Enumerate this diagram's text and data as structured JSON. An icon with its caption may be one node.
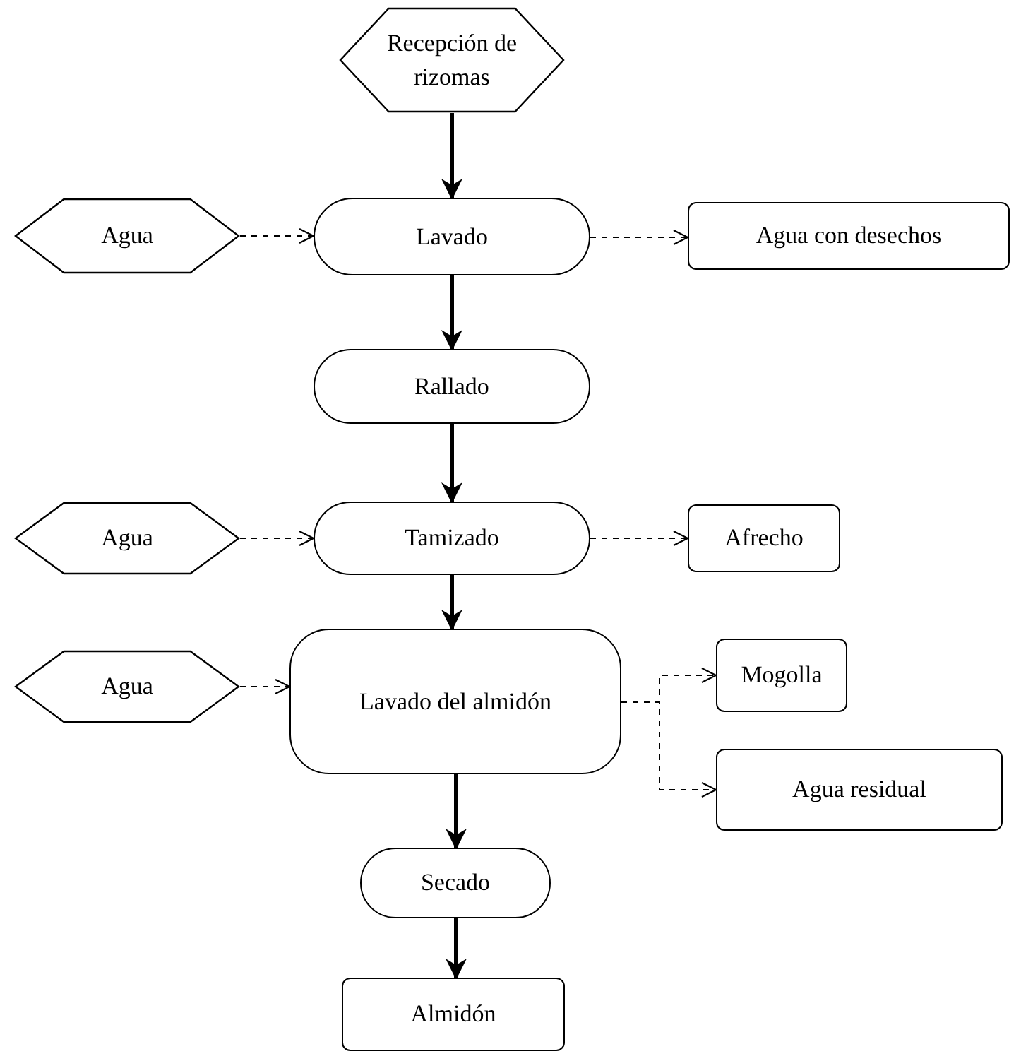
{
  "diagram": {
    "nodes": [
      {
        "text": [
          "Recepción de rizomas"
        ]
      },
      {
        "text": [
          "Agua"
        ]
      },
      {
        "text": [
          "Lavado"
        ]
      },
      {
        "text": [
          "Agua con desechos"
        ]
      },
      {
        "text": [
          "Rallado"
        ]
      },
      {
        "text": [
          "Agua"
        ]
      },
      {
        "text": [
          "Tamizado"
        ]
      },
      {
        "text": [
          "Afrecho"
        ]
      },
      {
        "text": [
          "Agua"
        ]
      },
      {
        "text": [
          "Lavado del almidón"
        ]
      },
      {
        "text": [
          "Mogolla"
        ]
      },
      {
        "text": [
          "Agua residual"
        ]
      },
      {
        "text": [
          "Secado"
        ]
      },
      {
        "text": [
          "Almidón"
        ]
      }
    ],
    "edges": [
      {
        "from": 0,
        "to": 2,
        "arrow": "to",
        "style": "thick"
      },
      {
        "from": 1,
        "to": 2,
        "arrow": "to",
        "style": "dashed"
      },
      {
        "from": 2,
        "to": 3,
        "arrow": "to",
        "style": "dashed"
      },
      {
        "from": 2,
        "to": 4,
        "arrow": "to",
        "style": "thick"
      },
      {
        "from": 4,
        "to": 6,
        "arrow": "to",
        "style": "thick"
      },
      {
        "from": 5,
        "to": 6,
        "arrow": "to",
        "style": "dashed"
      },
      {
        "from": 6,
        "to": 7,
        "arrow": "to",
        "style": "dashed"
      },
      {
        "from": 6,
        "to": 9,
        "arrow": "to",
        "style": "thick"
      },
      {
        "from": 8,
        "to": 9,
        "arrow": "to",
        "style": "dashed"
      },
      {
        "from": 9,
        "to": 10,
        "arrow": "to",
        "style": "dashed"
      },
      {
        "from": 9,
        "to": 11,
        "arrow": "to",
        "style": "dashed"
      },
      {
        "from": 9,
        "to": 12,
        "arrow": "to",
        "style": "thick"
      },
      {
        "from": 12,
        "to": 13,
        "arrow": "to",
        "style": "thick"
      }
    ]
  }
}
